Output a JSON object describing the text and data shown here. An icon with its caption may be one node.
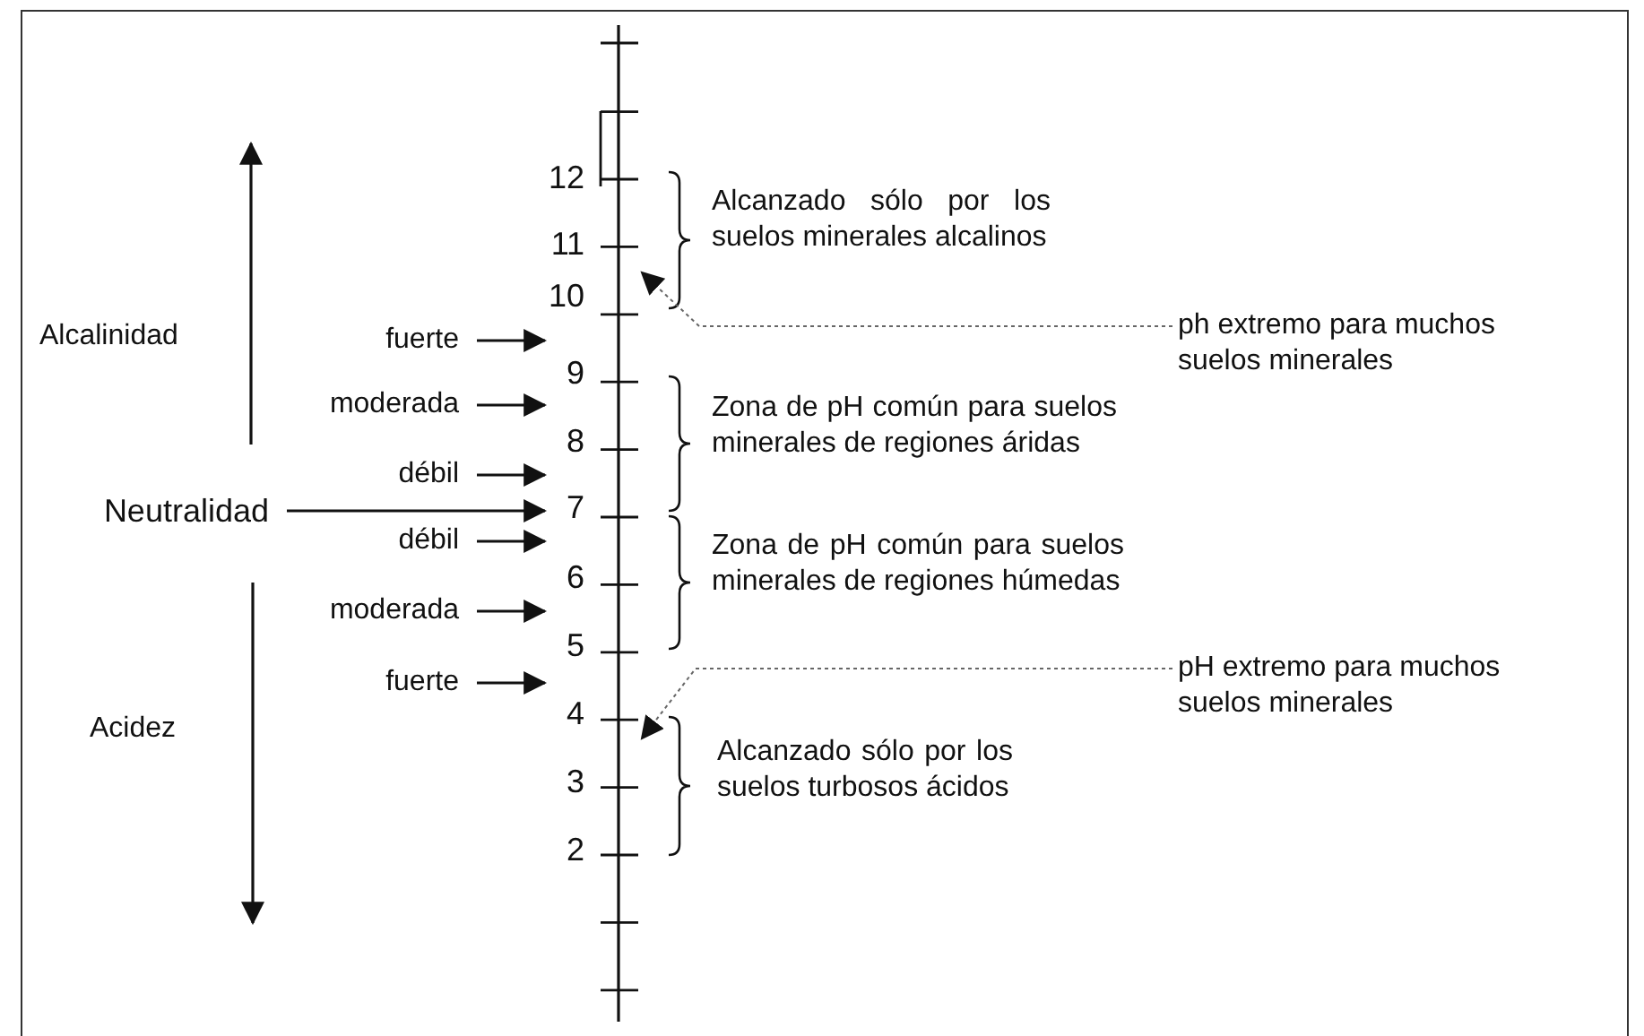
{
  "diagram": {
    "nodes": [
      {
        "text": [
          "ph extremo para muchos suelos minerales"
        ]
      },
      {
        "text": [
          "fuerte"
        ]
      },
      {
        "text": [
          "moderada"
        ]
      },
      {
        "text": [
          "débil"
        ]
      },
      {
        "text": [
          "Neutralidad"
        ]
      },
      {
        "text": [
          "débil"
        ]
      },
      {
        "text": [
          "moderada"
        ]
      },
      {
        "text": [
          "fuerte"
        ]
      },
      {
        "text": [
          "pH extremo para muchos suelos minerales"
        ]
      },
      {
        "text": [],
        "shape": "bar",
        "beside": [
          "12",
          "11",
          "10",
          "9",
          "8",
          "7",
          "6",
          "5",
          "4",
          "3",
          "2"
        ]
      }
    ],
    "edges": [
      {
        "from": 0,
        "to": 9,
        "arrow": "to",
        "style": "dashed"
      },
      {
        "from": 1,
        "to": 9,
        "arrow": "to"
      },
      {
        "from": 2,
        "to": 9,
        "arrow": "to"
      },
      {
        "from": 3,
        "to": 9,
        "arrow": "to"
      },
      {
        "from": 4,
        "to": 9,
        "arrow": "to"
      },
      {
        "from": 5,
        "to": 9,
        "arrow": "to"
      },
      {
        "from": 6,
        "to": 9,
        "arrow": "to"
      },
      {
        "from": 7,
        "to": 9,
        "arrow": "to"
      },
      {
        "from": 8,
        "to": 9,
        "arrow": "to",
        "style": "dashed"
      }
    ],
    "labels": [
      "Alcanzado sólo por los suelos minerales alcalinos",
      "Alcalinidad",
      "Zona de pH común para suelos minerales de regiones áridas",
      "Zona de pH común para suelos minerales de regiones húmedas",
      "Acidez",
      "Alcanzado sólo por los suelos turbosos ácidos"
    ]
  }
}
